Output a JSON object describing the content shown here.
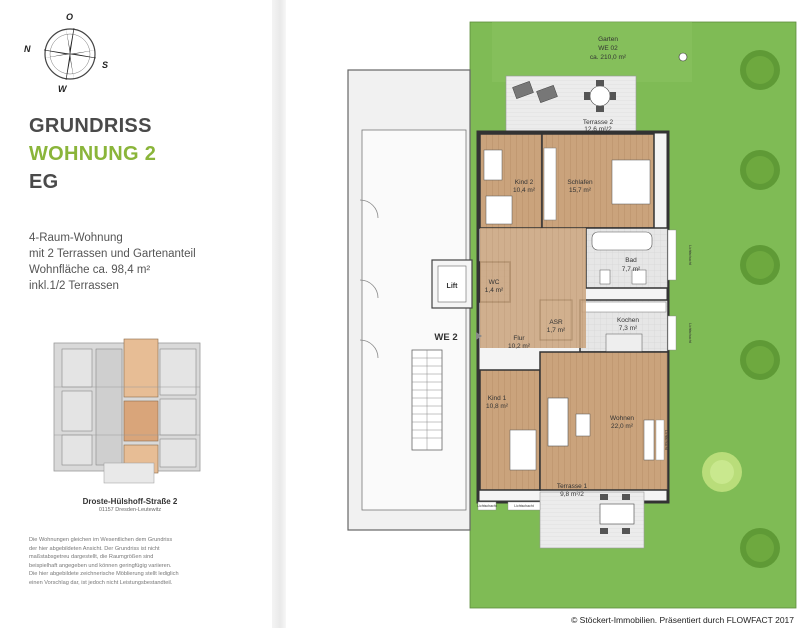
{
  "compass": {
    "n": "N",
    "o": "O",
    "s": "S",
    "w": "W"
  },
  "heading": {
    "line1": "GRUNDRISS",
    "line2": "WOHNUNG 2",
    "line3": "EG"
  },
  "description": [
    "4-Raum-Wohnung",
    "mit 2 Terrassen und Gartenanteil",
    "Wohnfläche ca. 98,4 m²",
    "inkl.1/2 Terrassen"
  ],
  "address": {
    "street": "Droste-Hülshoff-Straße 2",
    "city": "01157 Dresden-Leutewitz"
  },
  "disclaimer": [
    "Die Wohnungen gleichen im Wesentlichen dem Grundriss",
    "der hier abgebildeten Ansicht. Der Grundriss ist nicht",
    "maßstabsgetreu dargestellt, die Raumgrößen sind",
    "beispielhaft angegeben und können geringfügig variieren.",
    "Die hier abgebildete zeichnerische Möblierung stellt lediglich",
    "einen Vorschlag dar, ist jedoch nicht Leistungsbestandteil."
  ],
  "plan": {
    "garden": {
      "name": "Garten",
      "unit": "WE 02",
      "area": "ca. 210,0 m²"
    },
    "unit_label": "WE 2",
    "rooms": [
      {
        "name": "Terrasse 2",
        "area": "12,6 m²/2"
      },
      {
        "name": "Kind 2",
        "area": "10,4 m²"
      },
      {
        "name": "Schlafen",
        "area": "15,7 m²"
      },
      {
        "name": "Bad",
        "area": "7,7 m²"
      },
      {
        "name": "WC",
        "area": "1,4 m²"
      },
      {
        "name": "Lift",
        "area": ""
      },
      {
        "name": "ASR",
        "area": "1,7 m²"
      },
      {
        "name": "Kochen",
        "area": "7,3 m²"
      },
      {
        "name": "Flur",
        "area": "10,2 m²"
      },
      {
        "name": "Kind 1",
        "area": "10,8 m²"
      },
      {
        "name": "Wohnen",
        "area": "22,0 m²"
      },
      {
        "name": "Terrasse 1",
        "area": "9,8 m²/2"
      }
    ],
    "small_labels": {
      "a": "Lichtschacht",
      "b": "Lichtschacht",
      "c": "Lichtschacht",
      "d": "Lichtschacht",
      "e": "Lichtschacht"
    }
  },
  "copyright": "© Stöckert-Immobilien. Präsentiert durch FLOWFACT 2017"
}
